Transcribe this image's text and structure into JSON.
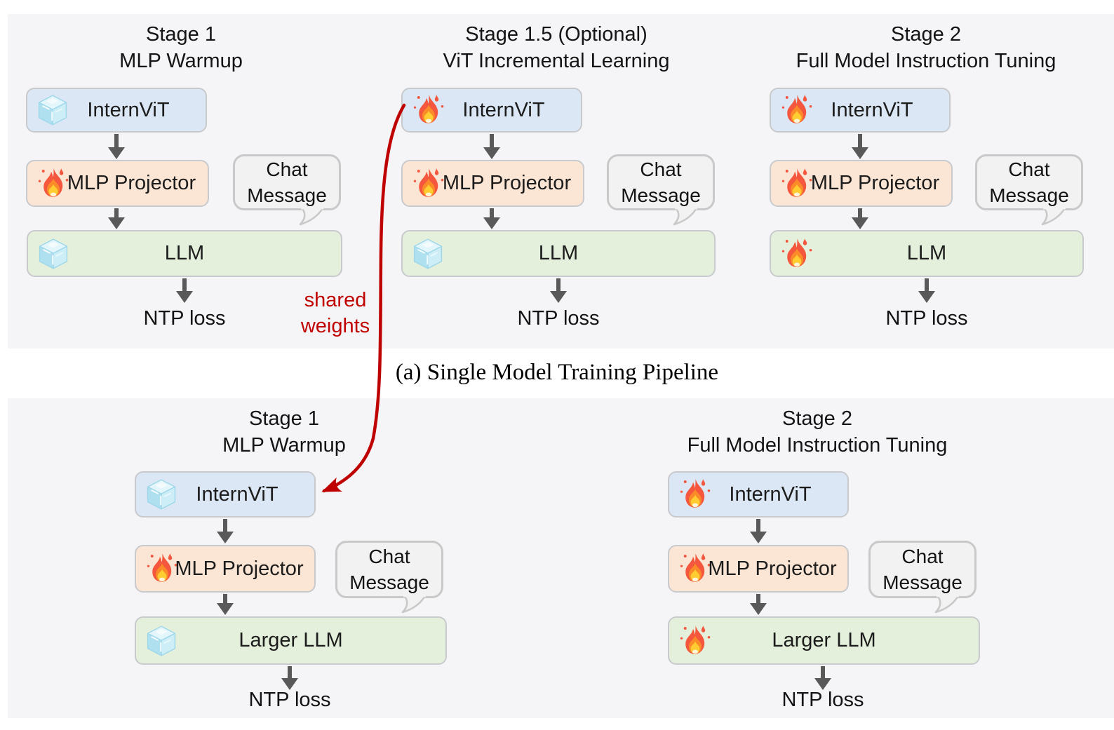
{
  "colors": {
    "panel_bg": "#f5f5f7",
    "vit_fill": "#dbe7f4",
    "projector_fill": "#fbe5d4",
    "llm_fill": "#e4f0db",
    "chat_fill": "#f2f2f2",
    "box_border": "#c8cacd",
    "arrow_gray": "#595959",
    "accent_red": "#c00000"
  },
  "icons": {
    "frozen": "ice-cube-icon",
    "trainable": "fire-icon"
  },
  "caption": "(a) Single Model Training Pipeline",
  "shared_weights": {
    "line1": "shared",
    "line2": "weights"
  },
  "single_pipeline": {
    "stages": [
      {
        "title_line1": "Stage 1",
        "title_line2": "MLP Warmup",
        "vit_label": "InternViT",
        "vit_state": "frozen",
        "projector_label": "MLP Projector",
        "projector_state": "trainable",
        "llm_label": "LLM",
        "llm_state": "frozen",
        "chat_line1": "Chat",
        "chat_line2": "Message",
        "loss_label": "NTP loss"
      },
      {
        "title_line1": "Stage 1.5 (Optional)",
        "title_line2": "ViT Incremental Learning",
        "vit_label": "InternViT",
        "vit_state": "trainable",
        "projector_label": "MLP Projector",
        "projector_state": "trainable",
        "llm_label": "LLM",
        "llm_state": "frozen",
        "chat_line1": "Chat",
        "chat_line2": "Message",
        "loss_label": "NTP loss"
      },
      {
        "title_line1": "Stage 2",
        "title_line2": "Full Model Instruction Tuning",
        "vit_label": "InternViT",
        "vit_state": "trainable",
        "projector_label": "MLP Projector",
        "projector_state": "trainable",
        "llm_label": "LLM",
        "llm_state": "trainable",
        "chat_line1": "Chat",
        "chat_line2": "Message",
        "loss_label": "NTP loss"
      }
    ]
  },
  "larger_pipeline": {
    "stages": [
      {
        "title_line1": "Stage 1",
        "title_line2": "MLP Warmup",
        "vit_label": "InternViT",
        "vit_state": "frozen",
        "projector_label": "MLP Projector",
        "projector_state": "trainable",
        "llm_label": "Larger LLM",
        "llm_state": "frozen",
        "chat_line1": "Chat",
        "chat_line2": "Message",
        "loss_label": "NTP loss"
      },
      {
        "title_line1": "Stage 2",
        "title_line2": "Full Model Instruction Tuning",
        "vit_label": "InternViT",
        "vit_state": "trainable",
        "projector_label": "MLP Projector",
        "projector_state": "trainable",
        "llm_label": "Larger LLM",
        "llm_state": "trainable",
        "chat_line1": "Chat",
        "chat_line2": "Message",
        "loss_label": "NTP loss"
      }
    ]
  }
}
